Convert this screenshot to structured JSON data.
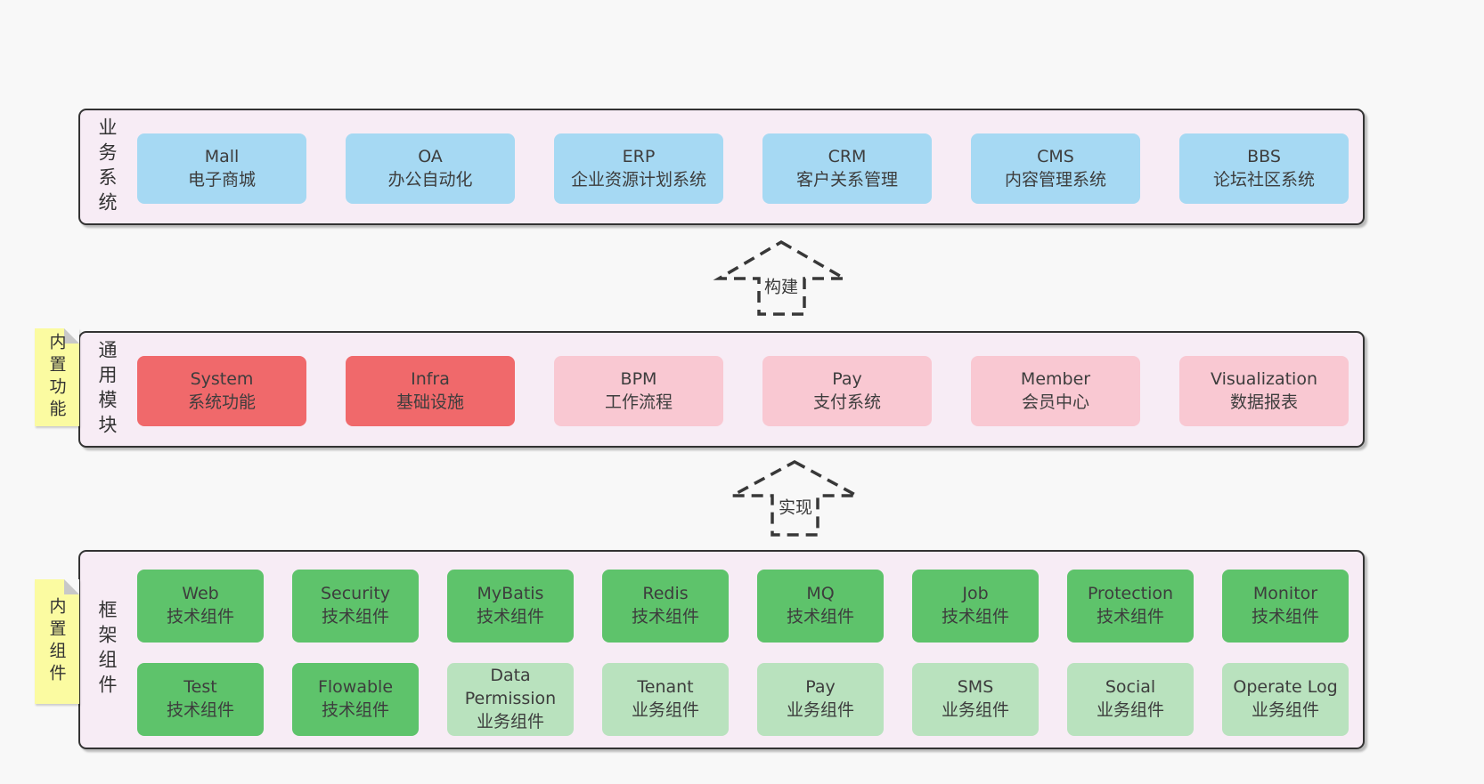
{
  "diagram": {
    "canvas": {
      "background": "#f8f8f8",
      "band_background": "#f7ecf5",
      "border_color": "#333333",
      "sticky_color": "#fbfba1",
      "sticky_fold_color": "#c8c8c8",
      "text_color": "#3d3d3d"
    },
    "node_colors": {
      "blue": "#a6d9f3",
      "red": "#f0696b",
      "pink": "#f9c8d2",
      "green": "#5ec36b",
      "light_green": "#b9e2be"
    },
    "arrows": [
      {
        "label": "构建"
      },
      {
        "label": "实现"
      }
    ],
    "bands": [
      {
        "label": "业务系统",
        "boxes": [
          {
            "name": "Mall",
            "desc": "电子商城"
          },
          {
            "name": "OA",
            "desc": "办公自动化"
          },
          {
            "name": "ERP",
            "desc": "企业资源计划系统"
          },
          {
            "name": "CRM",
            "desc": "客户关系管理"
          },
          {
            "name": "CMS",
            "desc": "内容管理系统"
          },
          {
            "name": "BBS",
            "desc": "论坛社区系统"
          }
        ]
      },
      {
        "label": "通用模块",
        "sticky": "内置功能",
        "boxes": [
          {
            "name": "System",
            "desc": "系统功能"
          },
          {
            "name": "Infra",
            "desc": "基础设施"
          },
          {
            "name": "BPM",
            "desc": "工作流程"
          },
          {
            "name": "Pay",
            "desc": "支付系统"
          },
          {
            "name": "Member",
            "desc": "会员中心"
          },
          {
            "name": "Visualization",
            "desc": "数据报表"
          }
        ]
      },
      {
        "label": "框架组件",
        "sticky": "内置组件",
        "rows": [
          [
            {
              "name": "Web",
              "desc": "技术组件"
            },
            {
              "name": "Security",
              "desc": "技术组件"
            },
            {
              "name": "MyBatis",
              "desc": "技术组件"
            },
            {
              "name": "Redis",
              "desc": "技术组件"
            },
            {
              "name": "MQ",
              "desc": "技术组件"
            },
            {
              "name": "Job",
              "desc": "技术组件"
            },
            {
              "name": "Protection",
              "desc": "技术组件"
            },
            {
              "name": "Monitor",
              "desc": "技术组件"
            }
          ],
          [
            {
              "name": "Test",
              "desc": "技术组件"
            },
            {
              "name": "Flowable",
              "desc": "技术组件"
            },
            {
              "name": "Data Permission",
              "desc": "业务组件"
            },
            {
              "name": "Tenant",
              "desc": "业务组件"
            },
            {
              "name": "Pay",
              "desc": "业务组件"
            },
            {
              "name": "SMS",
              "desc": "业务组件"
            },
            {
              "name": "Social",
              "desc": "业务组件"
            },
            {
              "name": "Operate Log",
              "desc": "业务组件"
            }
          ]
        ]
      }
    ]
  }
}
